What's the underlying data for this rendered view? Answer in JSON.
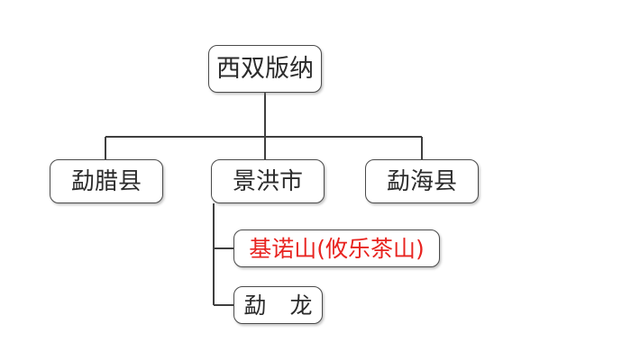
{
  "diagram": {
    "type": "org-chart",
    "title": "",
    "background_color": "#ffffff",
    "node_border_color": "#4a4a4a",
    "node_text_color": "#2b2b2b",
    "highlight_text_color": "#e8231f",
    "connector_color": "#3f3f3f",
    "nodes": {
      "root": {
        "label": "西双版纳",
        "level": 0
      },
      "menglaxian": {
        "label": "勐腊县",
        "level": 1
      },
      "jinghong": {
        "label": "景洪市",
        "level": 1
      },
      "menghai": {
        "label": "勐海县",
        "level": 1
      },
      "jinuoshan": {
        "label": "基诺山(攸乐茶山)",
        "level": 2,
        "highlighted": true
      },
      "menglong": {
        "label": "勐 龙",
        "level": 2,
        "highlighted": false
      }
    }
  }
}
